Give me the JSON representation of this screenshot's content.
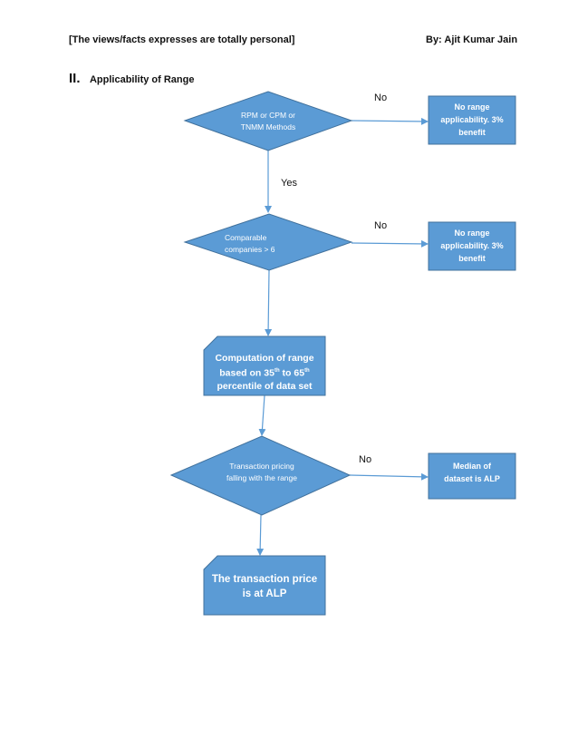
{
  "header": {
    "left": "[The views/facts expresses are totally personal]",
    "right": "By: Ajit Kumar Jain"
  },
  "section": {
    "number": "II.",
    "title": "Applicability of Range"
  },
  "flowchart": {
    "decision1": {
      "line1": "RPM or CPM or",
      "line2": "TNMM Methods"
    },
    "result1": {
      "line1": "No range",
      "line2": "applicability.  3%",
      "line3": "benefit"
    },
    "decision2": {
      "line1": "Comparable",
      "line2": "companies > 6"
    },
    "result2": {
      "line1": "No range",
      "line2": "applicability.  3%",
      "line3": "benefit"
    },
    "process1": {
      "line1": "Computation of range",
      "line2_pre": "based on 35",
      "sup1": "th",
      "line2_mid": " to 65",
      "sup2": "th",
      "line3": "percentile of data set"
    },
    "decision3": {
      "line1": "Transaction pricing",
      "line2": "falling with the range"
    },
    "result3": {
      "line1": "Median of",
      "line2": "dataset is ALP"
    },
    "process2": {
      "line1": "The transaction price",
      "line2": "is at ALP"
    },
    "edge_labels": {
      "no1": "No",
      "yes1": "Yes",
      "no2": "No",
      "no3": "No"
    }
  },
  "colors": {
    "fill": "#5B9BD5",
    "stroke": "#41719C",
    "arrow": "#5B9BD5"
  }
}
